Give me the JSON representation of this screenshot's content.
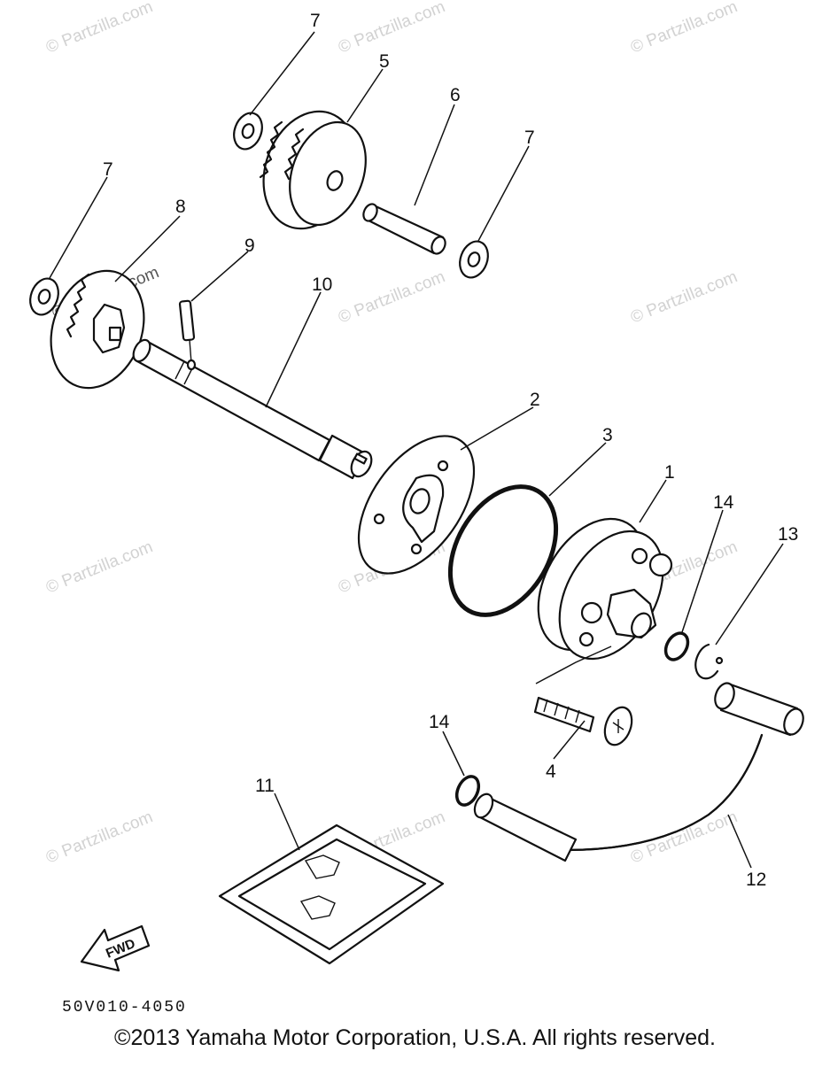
{
  "watermark": "© Partzilla.com",
  "callouts": {
    "p1": "1",
    "p2": "2",
    "p3": "3",
    "p4": "4",
    "p5": "5",
    "p6": "6",
    "p7a": "7",
    "p7b": "7",
    "p7c": "7",
    "p8": "8",
    "p9": "9",
    "p10": "10",
    "p11": "11",
    "p12": "12",
    "p13": "13",
    "p14a": "14",
    "p14b": "14"
  },
  "fwd_label": "FWD",
  "diagram_code": "50V010-4050",
  "copyright": "©2013 Yamaha Motor Corporation, U.S.A. All rights reserved."
}
